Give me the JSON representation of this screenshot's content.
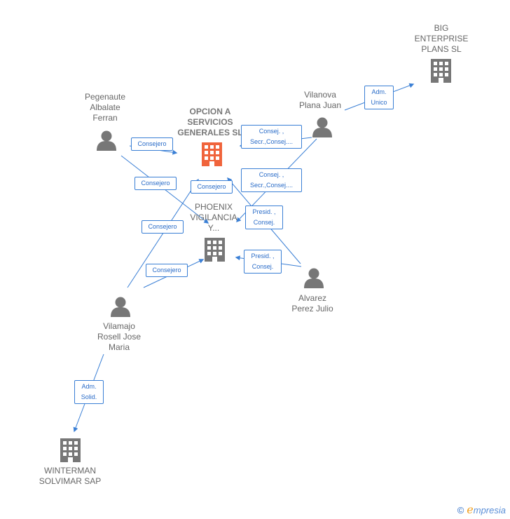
{
  "colors": {
    "edge": "#3a7fd5",
    "node": "#777777",
    "highlight": "#f0643c"
  },
  "nodes": {
    "big": {
      "label": "BIG\nENTERPRISE\nPLANS SL",
      "icon": "building-icon"
    },
    "opcion": {
      "label": "OPCION A\nSERVICIOS\nGENERALES SL",
      "icon": "building-icon"
    },
    "phoenix": {
      "label": "PHOENIX\nVIGILANCIA\nY...",
      "icon": "building-icon"
    },
    "winterman": {
      "label": "WINTERMAN\nSOLVIMAR SAP",
      "icon": "building-icon"
    },
    "pegenaute": {
      "label": "Pegenaute\nAlbalate\nFerran",
      "icon": "person-icon"
    },
    "vilanova": {
      "label": "Vilanova\nPlana Juan",
      "icon": "person-icon"
    },
    "alvarez": {
      "label": "Alvarez\nPerez Julio",
      "icon": "person-icon"
    },
    "vilamajo": {
      "label": "Vilamajo\nRosell Jose\nMaria",
      "icon": "person-icon"
    }
  },
  "edges": {
    "e1": "Adm.\nUnico",
    "e2": "Consejero",
    "e3": "Consejero",
    "e4": "Consej. ,\nSecr.,Consej....",
    "e5": "Consej. ,\nSecr.,Consej....",
    "e6": "Consejero",
    "e7": "Presid. ,\nConsej.",
    "e8": "Presid. ,\nConsej.",
    "e9": "Consejero",
    "e10": "Consejero",
    "e11": "Adm.\nSolid."
  },
  "brand": {
    "copyright": "©",
    "initial": "e",
    "rest": "mpresia"
  }
}
